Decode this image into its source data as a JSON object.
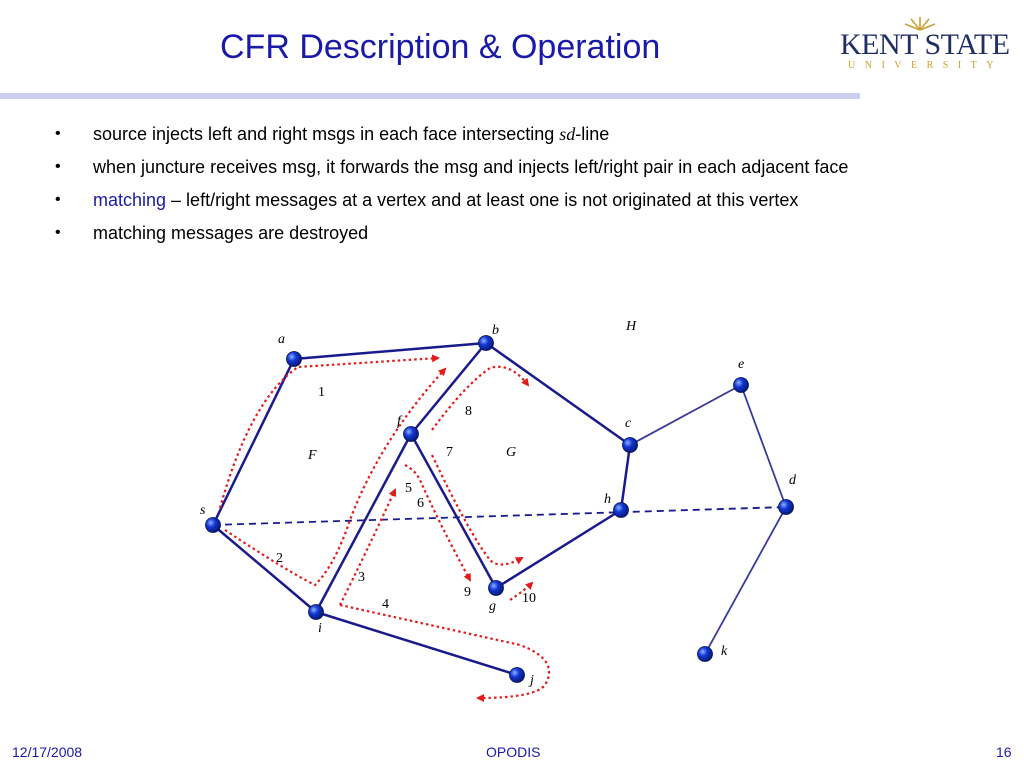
{
  "slide": {
    "title": "CFR Description & Operation",
    "logo": {
      "main": "KENT STATE",
      "sub": "UNIVERSITY"
    },
    "bullets": [
      {
        "pre": "source injects  left and right msgs in each face intersecting ",
        "ital": "sd",
        "post": "-line"
      },
      {
        "text": "when juncture receives msg, it forwards the msg and injects left/right pair in each adjacent face"
      },
      {
        "hl": "matching",
        "rest": " – left/right messages at a vertex and at least one is not originated at this vertex"
      },
      {
        "text": "matching messages are destroyed"
      }
    ],
    "bullet_char": "•"
  },
  "diagram": {
    "vertex_labels": [
      "a",
      "b",
      "c",
      "d",
      "e",
      "f",
      "g",
      "h",
      "i",
      "j",
      "k",
      "s"
    ],
    "face_labels": [
      "F",
      "G",
      "H"
    ],
    "step_labels": [
      "1",
      "2",
      "3",
      "4",
      "5",
      "6",
      "7",
      "8",
      "9",
      "10"
    ],
    "colors": {
      "edge": "#1a1a8c",
      "edge_light": "#3a3a9a",
      "sd_line": "#1a1a8c",
      "message": "#e21b1b",
      "node": "#1236d6"
    }
  },
  "footer": {
    "date": "12/17/2008",
    "center": "OPODIS",
    "page": "16"
  }
}
